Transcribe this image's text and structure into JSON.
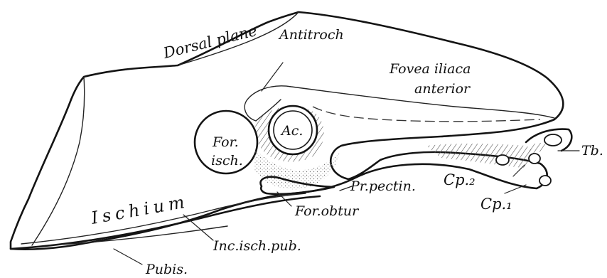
{
  "labels": {
    "dorsal_plane": "Dorsal plane",
    "antitroch": "Antitroch",
    "fovea_line1": "Fovea iliaca",
    "fovea_line2": "anterior",
    "acetabulum": "Ac.",
    "for_isch_line1": "For.",
    "for_isch_line2": "isch.",
    "tb": "Tb.",
    "pr_pectin": "Pr.pectin.",
    "cp2": "Cp.₂",
    "cp1": "Cp.₁",
    "ischium": "Ischium",
    "for_obtur": "For.obtur",
    "inc_isch_pub": "Inc.isch.pub.",
    "pubis": "Pubis."
  }
}
